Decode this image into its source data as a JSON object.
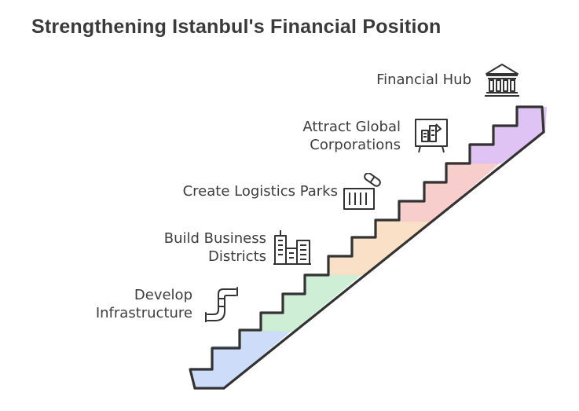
{
  "title": "Strengthening Istanbul's Financial Position",
  "steps": [
    {
      "lines": [
        "Financial Hub"
      ],
      "icon": "bank-icon",
      "color": "#dcbcf3"
    },
    {
      "lines": [
        "Attract Global",
        "Corporations"
      ],
      "icon": "corporate-chart-icon",
      "color": "#f6c9c6"
    },
    {
      "lines": [
        "Create Logistics Parks"
      ],
      "icon": "shipping-container-icon",
      "color": "#f6c9c6"
    },
    {
      "lines": [
        "Build Business",
        "Districts"
      ],
      "icon": "office-buildings-icon",
      "color": "#f8ddc0"
    },
    {
      "lines": [
        "Develop",
        "Infrastructure"
      ],
      "icon": "pipe-icon",
      "color": "#c9ecd0"
    }
  ],
  "base_color": "#c8d8f7"
}
